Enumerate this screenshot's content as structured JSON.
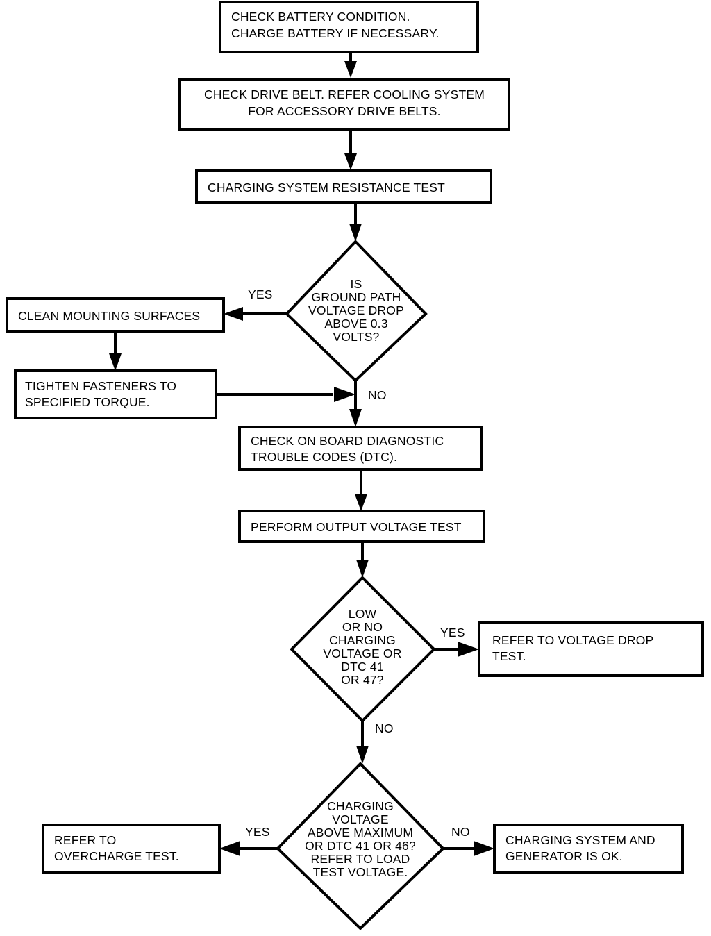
{
  "chart_data": {
    "type": "diagram",
    "title": "Charging System Diagnostic Flowchart",
    "nodes": [
      {
        "id": "n1",
        "shape": "process",
        "lines": [
          "CHECK BATTERY CONDITION.",
          "CHARGE BATTERY IF NECESSARY."
        ]
      },
      {
        "id": "n2",
        "shape": "process",
        "lines": [
          "CHECK DRIVE BELT. REFER  COOLING  SYSTEM",
          "FOR ACCESSORY DRIVE BELTS."
        ]
      },
      {
        "id": "n3",
        "shape": "process",
        "lines": [
          "CHARGING SYSTEM RESISTANCE TEST"
        ]
      },
      {
        "id": "d1",
        "shape": "decision",
        "lines": [
          "IS",
          "GROUND PATH",
          "VOLTAGE DROP",
          "ABOVE 0.3",
          "VOLTS?"
        ]
      },
      {
        "id": "n4",
        "shape": "process",
        "lines": [
          "CLEAN MOUNTING SURFACES"
        ]
      },
      {
        "id": "n5",
        "shape": "process",
        "lines": [
          "TIGHTEN FASTENERS TO",
          "SPECIFIED TORQUE."
        ]
      },
      {
        "id": "n6",
        "shape": "process",
        "lines": [
          "CHECK ON BOARD DIAGNOSTIC",
          "TROUBLE CODES (DTC)."
        ]
      },
      {
        "id": "n7",
        "shape": "process",
        "lines": [
          "PERFORM OUTPUT VOLTAGE TEST"
        ]
      },
      {
        "id": "d2",
        "shape": "decision",
        "lines": [
          "LOW",
          "OR NO",
          "CHARGING",
          "VOLTAGE OR",
          "DTC  41",
          "OR 47?"
        ]
      },
      {
        "id": "n8",
        "shape": "process",
        "lines": [
          "REFER TO VOLTAGE DROP",
          "TEST."
        ]
      },
      {
        "id": "d3",
        "shape": "decision",
        "lines": [
          "CHARGING",
          "VOLTAGE",
          "ABOVE MAXIMUM",
          "OR DTC 41 OR 46?",
          "REFER TO LOAD",
          "TEST VOLTAGE."
        ]
      },
      {
        "id": "n9",
        "shape": "process",
        "lines": [
          "REFER TO",
          "OVERCHARGE TEST."
        ]
      },
      {
        "id": "n10",
        "shape": "process",
        "lines": [
          "CHARGING SYSTEM AND",
          "GENERATOR IS OK."
        ]
      }
    ],
    "edge_labels": {
      "d1_yes": "YES",
      "d1_no": "NO",
      "d2_yes": "YES",
      "d2_no": "NO",
      "d3_yes": "YES",
      "d3_no": "NO"
    },
    "colors": {
      "stroke": "#000000",
      "fill": "#ffffff",
      "text": "#000000"
    }
  },
  "nodes": {
    "n1": {
      "line1": "CHECK BATTERY CONDITION.",
      "line2": "CHARGE BATTERY IF NECESSARY."
    },
    "n2": {
      "line1": "CHECK DRIVE BELT. REFER  COOLING  SYSTEM",
      "line2": "FOR ACCESSORY DRIVE BELTS."
    },
    "n3": {
      "line1": "CHARGING SYSTEM RESISTANCE TEST"
    },
    "d1": {
      "line1": "IS",
      "line2": "GROUND PATH",
      "line3": "VOLTAGE DROP",
      "line4": "ABOVE 0.3",
      "line5": "VOLTS?"
    },
    "n4": {
      "line1": "CLEAN MOUNTING SURFACES"
    },
    "n5": {
      "line1": "TIGHTEN FASTENERS TO",
      "line2": "SPECIFIED TORQUE."
    },
    "n6": {
      "line1": "CHECK ON BOARD DIAGNOSTIC",
      "line2": "TROUBLE CODES (DTC)."
    },
    "n7": {
      "line1": "PERFORM OUTPUT VOLTAGE TEST"
    },
    "d2": {
      "line1": "LOW",
      "line2": "OR NO",
      "line3": "CHARGING",
      "line4": "VOLTAGE OR",
      "line5": "DTC  41",
      "line6": "OR 47?"
    },
    "n8": {
      "line1": "REFER TO VOLTAGE DROP",
      "line2": "TEST."
    },
    "d3": {
      "line1": "CHARGING",
      "line2": "VOLTAGE",
      "line3": "ABOVE MAXIMUM",
      "line4": "OR DTC 41 OR 46?",
      "line5": "REFER TO LOAD",
      "line6": "TEST VOLTAGE."
    },
    "n9": {
      "line1": "REFER TO",
      "line2": "OVERCHARGE TEST."
    },
    "n10": {
      "line1": "CHARGING SYSTEM AND",
      "line2": "GENERATOR IS OK."
    }
  },
  "labels": {
    "d1_yes": "YES",
    "d1_no": "NO",
    "d2_yes": "YES",
    "d2_no": "NO",
    "d3_yes": "YES",
    "d3_no": "NO"
  }
}
